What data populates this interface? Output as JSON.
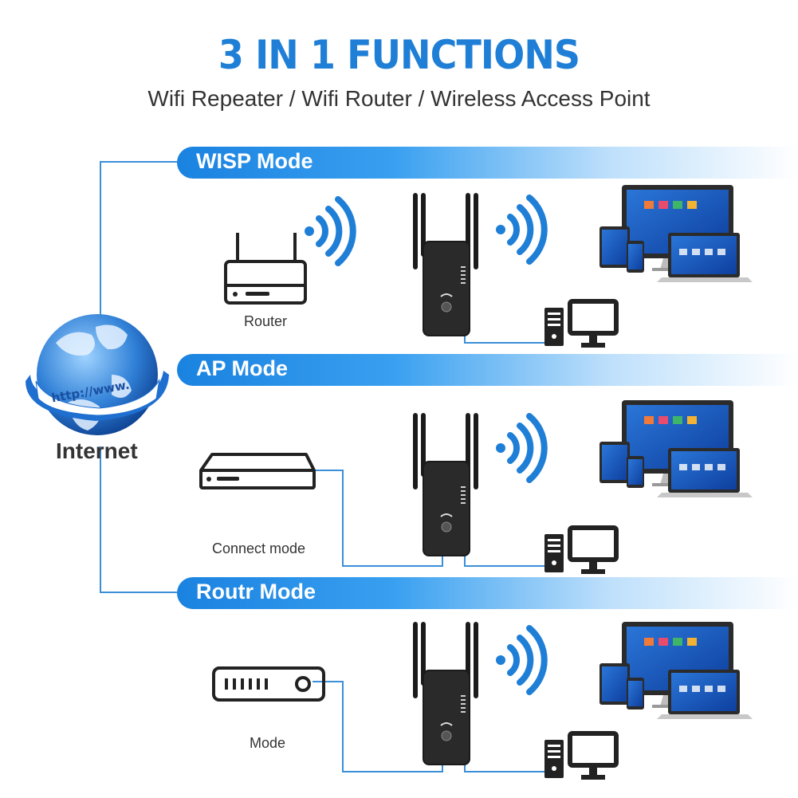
{
  "title": "3 IN 1 FUNCTIONS",
  "subtitle": "Wifi Repeater / Wifi Router / Wireless Access Point",
  "internet": {
    "label": "Internet",
    "url_text": "http://www."
  },
  "modes": [
    {
      "name": "WISP Mode",
      "source_label": "Router"
    },
    {
      "name": "AP Mode",
      "source_label": "Connect mode"
    },
    {
      "name": "Routr Mode",
      "source_label": "Mode"
    }
  ],
  "colors": {
    "accent": "#1f7fd6",
    "line": "#3a8fd8",
    "device": "#1b1b1b",
    "screen": "#1e5fc4"
  },
  "icons": [
    "globe-icon",
    "router-icon",
    "wifi-waves-icon",
    "repeater-icon",
    "pc-tower-icon",
    "monitor-icon",
    "devices-icon"
  ]
}
